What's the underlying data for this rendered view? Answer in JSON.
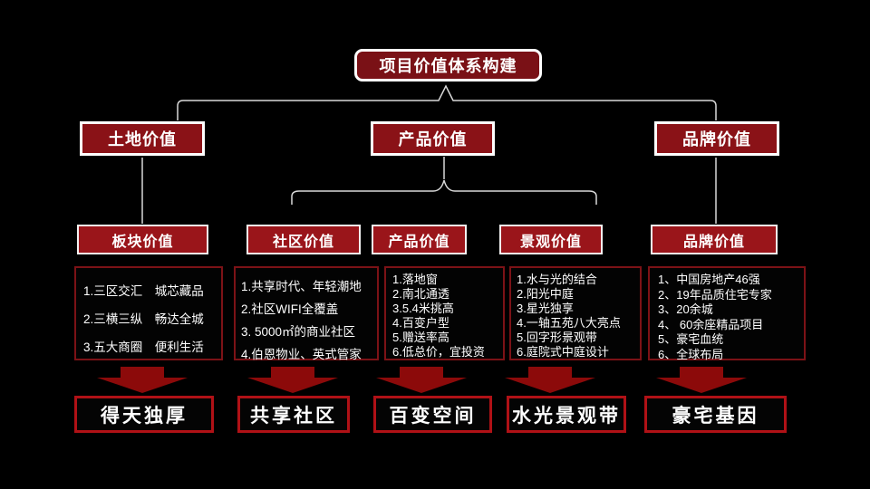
{
  "diagram": {
    "title": "项目价值体系构建",
    "level2": {
      "land": "土地价值",
      "product": "产品价值",
      "brand": "品牌价值"
    },
    "columns": [
      {
        "header": "板块价值",
        "items": [
          "1.三区交汇　城芯藏品",
          "2.三横三纵　畅达全城",
          "3.五大商圈　便利生活"
        ],
        "result": "得天独厚"
      },
      {
        "header": "社区价值",
        "items": [
          "1.共享时代、年轻潮地",
          "2.社区WIFI全覆盖",
          "3. 5000㎡的商业社区",
          "4.伯恩物业、英式管家"
        ],
        "result": "共享社区"
      },
      {
        "header": "产品价值",
        "items": [
          "1.落地窗",
          "2.南北通透",
          "3.5.4米挑高",
          "4.百变户型",
          "5.赠送率高",
          "6.低总价，宜投资"
        ],
        "result": "百变空间"
      },
      {
        "header": "景观价值",
        "items": [
          "1.水与光的结合",
          "2.阳光中庭",
          "3.星光独享",
          "4.一轴五苑八大亮点",
          "5.回字形景观带",
          "6.庭院式中庭设计"
        ],
        "result": "水光景观带"
      },
      {
        "header": "品牌价值",
        "items": [
          "1、中国房地产46强",
          "2、19年品质住宅专家",
          "3、20余城",
          "4、 60余座精品项目",
          "5、豪宅血统",
          "6、全球布局"
        ],
        "result": "豪宅基因"
      }
    ],
    "colors": {
      "background": "#000000",
      "title_box_fill": "#7a1116",
      "level2_box_fill": "#8a1217",
      "level3_box_fill": "#9a151a",
      "list_border": "#7c1216",
      "arrow": "#8c0a0a",
      "result_border": "#b01116",
      "connector": "#d9d9d9",
      "text": "#ffffff"
    }
  }
}
